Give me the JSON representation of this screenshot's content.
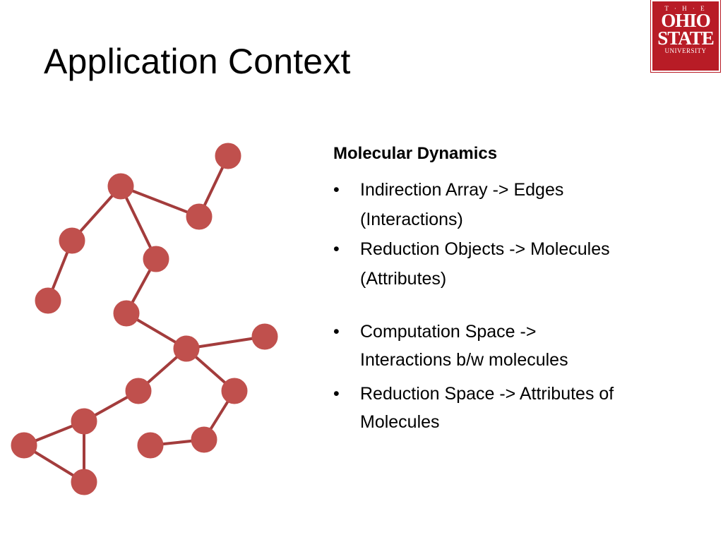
{
  "slide": {
    "title": "Application Context"
  },
  "logo": {
    "line1": "T · H · E",
    "line2": "OHIO",
    "line3": "STATE",
    "line4": "UNIVERSITY"
  },
  "content": {
    "heading": "Molecular Dynamics",
    "bullets": [
      {
        "line1": "Indirection Array -> Edges",
        "line2": "(Interactions)"
      },
      {
        "line1": "Reduction Objects -> Molecules",
        "line2": "(Attributes)"
      },
      {
        "line1": "Computation Space ->",
        "line2": "Interactions b/w molecules"
      },
      {
        "line1": "Reduction Space -> Attributes of",
        "line2": "Molecules"
      }
    ]
  },
  "colors": {
    "node": "#c0504d",
    "edge": "#a33c3c",
    "logo": "#b81c26"
  }
}
